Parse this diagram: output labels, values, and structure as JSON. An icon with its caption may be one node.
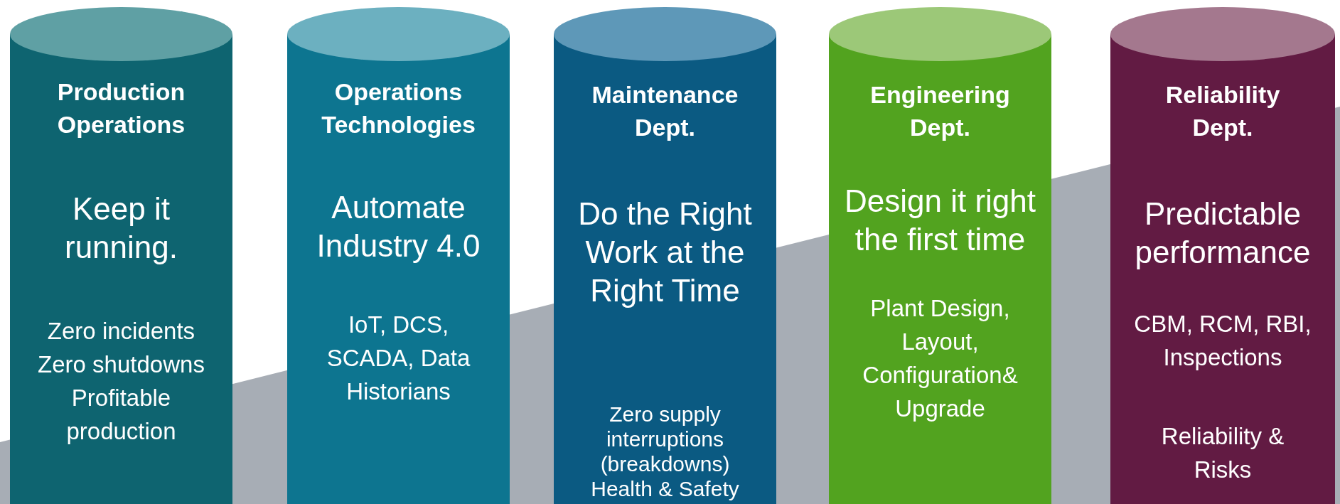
{
  "diagram": {
    "nodes": [
      {
        "text": [
          "Production Operations",
          "Keep it running.",
          "Zero incidents Zero shutdowns Profitable production"
        ]
      },
      {
        "text": [
          "Operations Technologies",
          "Automate Industry 4.0",
          "IoT, DCS, SCADA, Data Historians"
        ]
      },
      {
        "text": [
          "Maintenance Dept.",
          "Do the Right Work at the Right Time",
          "Zero supply interruptions (breakdowns) Health & Safety"
        ]
      },
      {
        "text": [
          "Engineering Dept.",
          "Design it right the first time",
          "Plant Design, Layout, Configuration& Upgrade"
        ]
      },
      {
        "text": [
          "Reliability Dept.",
          "Predictable performance",
          "CBM, RCM, RBI, Inspections",
          "Reliability & Risks"
        ]
      }
    ]
  }
}
